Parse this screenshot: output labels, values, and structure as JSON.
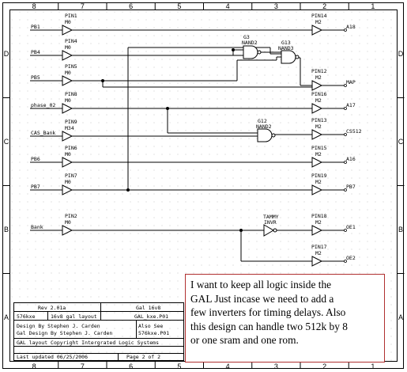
{
  "border": {
    "columns": [
      "8",
      "7",
      "6",
      "5",
      "4",
      "3",
      "2",
      "1"
    ],
    "rows": [
      "D",
      "C",
      "B",
      "A"
    ]
  },
  "inputs": [
    {
      "net": "PB1",
      "pin": "PIN1",
      "model": "M0"
    },
    {
      "net": "PB4",
      "pin": "PIN4",
      "model": "M0"
    },
    {
      "net": "PB5",
      "pin": "PIN5",
      "model": "M0"
    },
    {
      "net": "phase_02",
      "pin": "PIN8",
      "model": "M0"
    },
    {
      "net": "CAS_Bank",
      "pin": "PIN9",
      "model": "M34"
    },
    {
      "net": "PB6",
      "pin": "PIN6",
      "model": "M0"
    },
    {
      "net": "PB7",
      "pin": "PIN7",
      "model": "M0"
    },
    {
      "net": "Bank",
      "pin": "PIN2",
      "model": "M0"
    }
  ],
  "outputs": [
    {
      "net": "A18",
      "pin": "PIN14",
      "model": "M2"
    },
    {
      "net": "MAP",
      "pin": "PIN12",
      "model": "M2"
    },
    {
      "net": "A17",
      "pin": "PIN16",
      "model": "M2"
    },
    {
      "net": "CS512",
      "pin": "PIN13",
      "model": "M2"
    },
    {
      "net": "A16",
      "pin": "PIN15",
      "model": "M2"
    },
    {
      "net": "PB7",
      "pin": "PIN19",
      "model": "M2"
    },
    {
      "net": "OE1",
      "pin": "PIN18",
      "model": "M2"
    },
    {
      "net": "OE2",
      "pin": "PIN17",
      "model": "M2"
    }
  ],
  "gates": [
    {
      "ref": "G3",
      "type": "NAND2"
    },
    {
      "ref": "G13",
      "type": "NAND3"
    },
    {
      "ref": "G12",
      "type": "NAND2"
    },
    {
      "ref": "TAMMY",
      "type": "INVR"
    }
  ],
  "title_block": {
    "rev": "Rev 2.01a",
    "device": "Gal 16v8",
    "project": "576kxe",
    "desc": "16v8 gal layout",
    "file": "GAL_kxe.P01",
    "design_by_1": "Design By Stephen J. Carden",
    "design_by_2": "Gal Design By Stephen J. Carden",
    "also_see": "Also See",
    "also_see_file": "576kxe.P01",
    "copyright": "GAL layout Copyright Intergrated Logic Systems",
    "updated": "Last updated 06/25/2006",
    "page": "Page 2 of 2"
  },
  "note": {
    "lines": [
      "I want to keep all logic inside the",
      "GAL Just incase we need to add a",
      "few inverters for timing delays. Also",
      "this design can handle two 512k by 8",
      "or one sram and one rom."
    ]
  }
}
